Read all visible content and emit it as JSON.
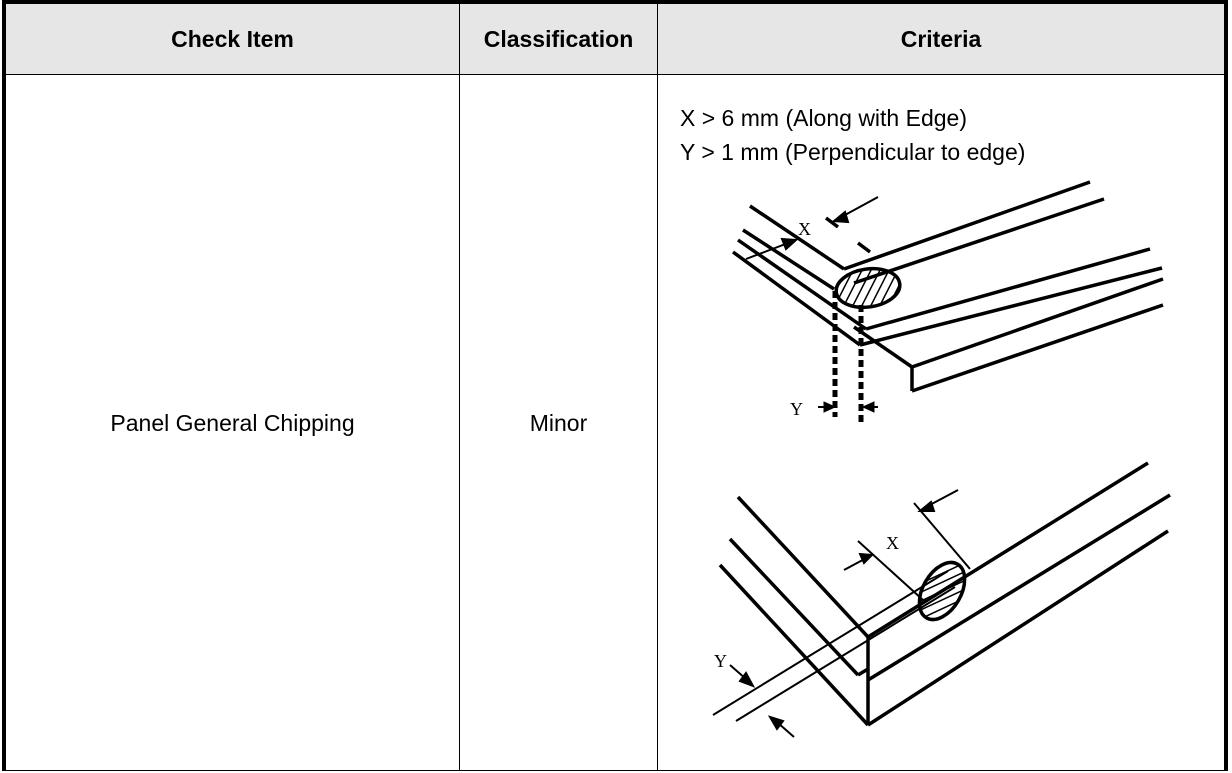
{
  "table": {
    "headers": {
      "check_item": "Check Item",
      "classification": "Classification",
      "criteria": "Criteria"
    },
    "rows": [
      {
        "check_item": "Panel General Chipping",
        "classification": "Minor",
        "criteria_lines": [
          "X > 6 mm (Along with Edge)",
          "Y > 1 mm (Perpendicular to edge)"
        ],
        "diagram_labels": {
          "x_top": "X",
          "y_top": "Y",
          "x_bottom": "X",
          "y_bottom": "Y"
        }
      }
    ]
  }
}
